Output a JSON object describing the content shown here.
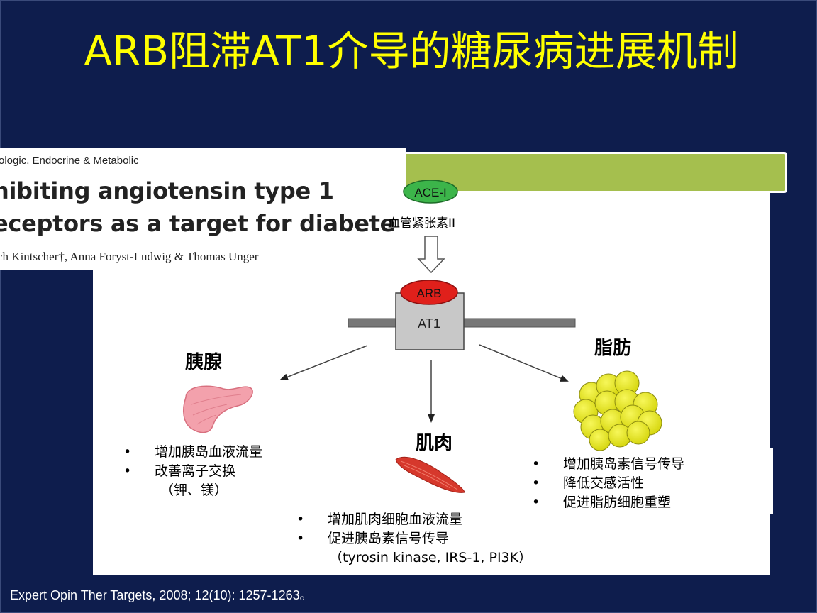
{
  "slide": {
    "title": "ARB阻滞AT1介导的糖尿病进展机制",
    "footer": "Expert Opin Ther Targets, 2008; 12(10): 1257-1263。"
  },
  "paper": {
    "journal": "ologic, Endocrine & Metabolic",
    "title_line1": "hibiting angiotensin type 1",
    "title_line2": "eceptors as a target for diabete",
    "authors": "ch Kintscher†, Anna Foryst-Ludwig & Thomas Unger"
  },
  "diagram": {
    "ace_label": "ACE-I",
    "angiotensin_label": "血管紧张素II",
    "arb_label": "ARB",
    "receptor_label": "AT1",
    "pancreas": {
      "label": "胰腺",
      "bullets": [
        "增加胰岛血液流量",
        "改善离子交换"
      ],
      "note": "（钾、镁）"
    },
    "muscle": {
      "label": "肌肉",
      "bullets": [
        "增加肌肉细胞血液流量",
        "促进胰岛素信号传导"
      ],
      "note": "（tyrosin kinase, IRS-1, PI3K）"
    },
    "fat": {
      "label": "脂肪",
      "bullets": [
        "增加胰岛素信号传导",
        "降低交感活性",
        "促进脂肪细胞重塑"
      ]
    }
  },
  "colors": {
    "background": "#0e1d4d",
    "title": "#ffff00",
    "ace_fill": "#3cb54a",
    "arb_fill": "#e0201b",
    "receptor_fill": "#c8c8c8",
    "fat_cells": "#e6e60e",
    "green_bar": "#a5bf4e"
  }
}
